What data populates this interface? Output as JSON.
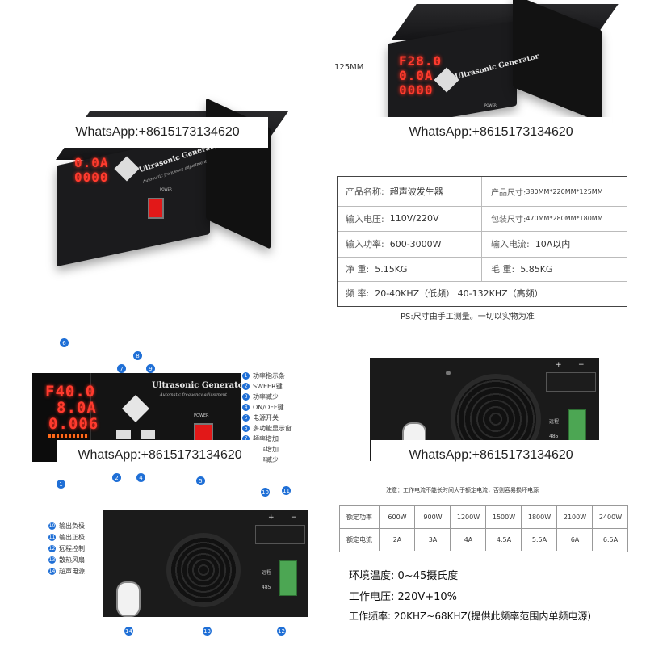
{
  "watermark": "WhatsApp:+8615173134620",
  "device": {
    "brand": "Ultrasonic Generator",
    "subtitle": "Automatic frequency adjustment",
    "power_label": "POWER",
    "display_top_left": [
      "F28.0",
      "0.0A",
      "0000"
    ],
    "display_top_left_partial": [
      "0.0A",
      "0000"
    ],
    "display_front": [
      "F40.0",
      "8.0A",
      "0.006"
    ],
    "height_label": "125MM"
  },
  "spec_table": {
    "rows": [
      [
        {
          "k": "产品名称:",
          "v": "超声波发生器"
        },
        {
          "k": "产品尺寸:",
          "v": "380MM*220MM*125MM"
        }
      ],
      [
        {
          "k": "输入电压:",
          "v": "110V/220V"
        },
        {
          "k": "包装尺寸:",
          "v": "470MM*280MM*180MM"
        }
      ],
      [
        {
          "k": "输入功率:",
          "v": "600-3000W"
        },
        {
          "k": "输入电流:",
          "v": "10A以内"
        }
      ],
      [
        {
          "k": "净    重:",
          "v": "5.15KG"
        },
        {
          "k": "毛    重:",
          "v": "5.85KG"
        }
      ]
    ],
    "freq_key": "频    率:",
    "freq_value": "20-40KHZ（低频）  40-132KHZ（高频）",
    "note": "PS:尺寸由手工测量。一切以实物为准"
  },
  "front_legend": [
    {
      "n": "1",
      "label": "功率指示条"
    },
    {
      "n": "2",
      "label": "SWEER键"
    },
    {
      "n": "3",
      "label": "功率减少"
    },
    {
      "n": "4",
      "label": "ON/OFF键"
    },
    {
      "n": "5",
      "label": "电源开关"
    },
    {
      "n": "6",
      "label": "多功能显示窗"
    },
    {
      "n": "7",
      "label": "频率增加"
    },
    {
      "n": "8",
      "label": "功率增加"
    },
    {
      "n": "9",
      "label": "频率减少"
    }
  ],
  "front_markers": [
    "6",
    "7",
    "8",
    "9",
    "1",
    "2",
    "4",
    "5"
  ],
  "back_legend": [
    {
      "n": "10",
      "label": "输出负极"
    },
    {
      "n": "11",
      "label": "输出正极"
    },
    {
      "n": "12",
      "label": "远程控制"
    },
    {
      "n": "13",
      "label": "散热风扇"
    },
    {
      "n": "14",
      "label": "超声电源"
    }
  ],
  "back_markers": [
    "10",
    "11",
    "12",
    "13",
    "14"
  ],
  "back_panel": {
    "plus": "+",
    "minus": "−",
    "remote": "远程",
    "port": "485"
  },
  "current_note": "注意：工作电流不能长时间大于额定电流，否则容易损坏电源",
  "current_table": {
    "power_label": "额定功率",
    "current_label": "额定电流",
    "powers": [
      "600W",
      "900W",
      "1200W",
      "1500W",
      "1800W",
      "2100W",
      "2400W"
    ],
    "currents": [
      "2A",
      "3A",
      "4A",
      "4.5A",
      "5.5A",
      "6A",
      "6.5A"
    ]
  },
  "conditions": [
    {
      "k": "环境温度:",
      "v": "0~45摄氏度"
    },
    {
      "k": "工作电压:",
      "v": "220V+10%"
    },
    {
      "k": "工作频率:",
      "v": "20KHZ~68KHZ(提供此频率范围内单频电源)"
    }
  ]
}
